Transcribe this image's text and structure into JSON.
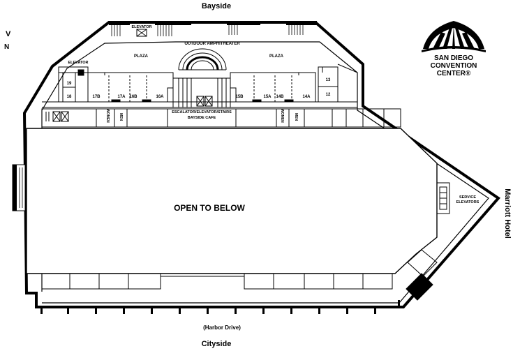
{
  "map": {
    "compass": {
      "arrow_glyph": "V",
      "letter": "N"
    },
    "orientation": {
      "top": "Bayside",
      "bottom": "Cityside",
      "right": "Marriott Hotel",
      "street": "(Harbor Drive)"
    },
    "areas": {
      "open_to_below": "OPEN TO BELOW",
      "amphitheater": "OUTDOOR AMPHITHEATER",
      "plaza_left": "PLAZA",
      "plaza_right": "PLAZA",
      "elevator_top": "ELEVATOR",
      "elevator_left": "ELEVATOR",
      "escalator": "ESCALATOR/ELEVATOR/STAIRS",
      "cafe": "BAYSIDE CAFE",
      "service_1": "SERVICE",
      "service_2": "ELEVATORS"
    },
    "rooms": {
      "r19": "19",
      "r18": "18",
      "r17b": "17B",
      "r17a": "17A",
      "r16b": "16B",
      "r16a": "16A",
      "r15b": "15B",
      "r15a": "15A",
      "r14b": "14B",
      "r14a": "14A",
      "r13": "13",
      "r12": "12"
    },
    "restrooms": {
      "women": "WOMEN",
      "men": "MEN"
    },
    "logo": {
      "line1": "SAN DIEGO",
      "line2": "CONVENTION",
      "line3": "CENTER®"
    }
  }
}
